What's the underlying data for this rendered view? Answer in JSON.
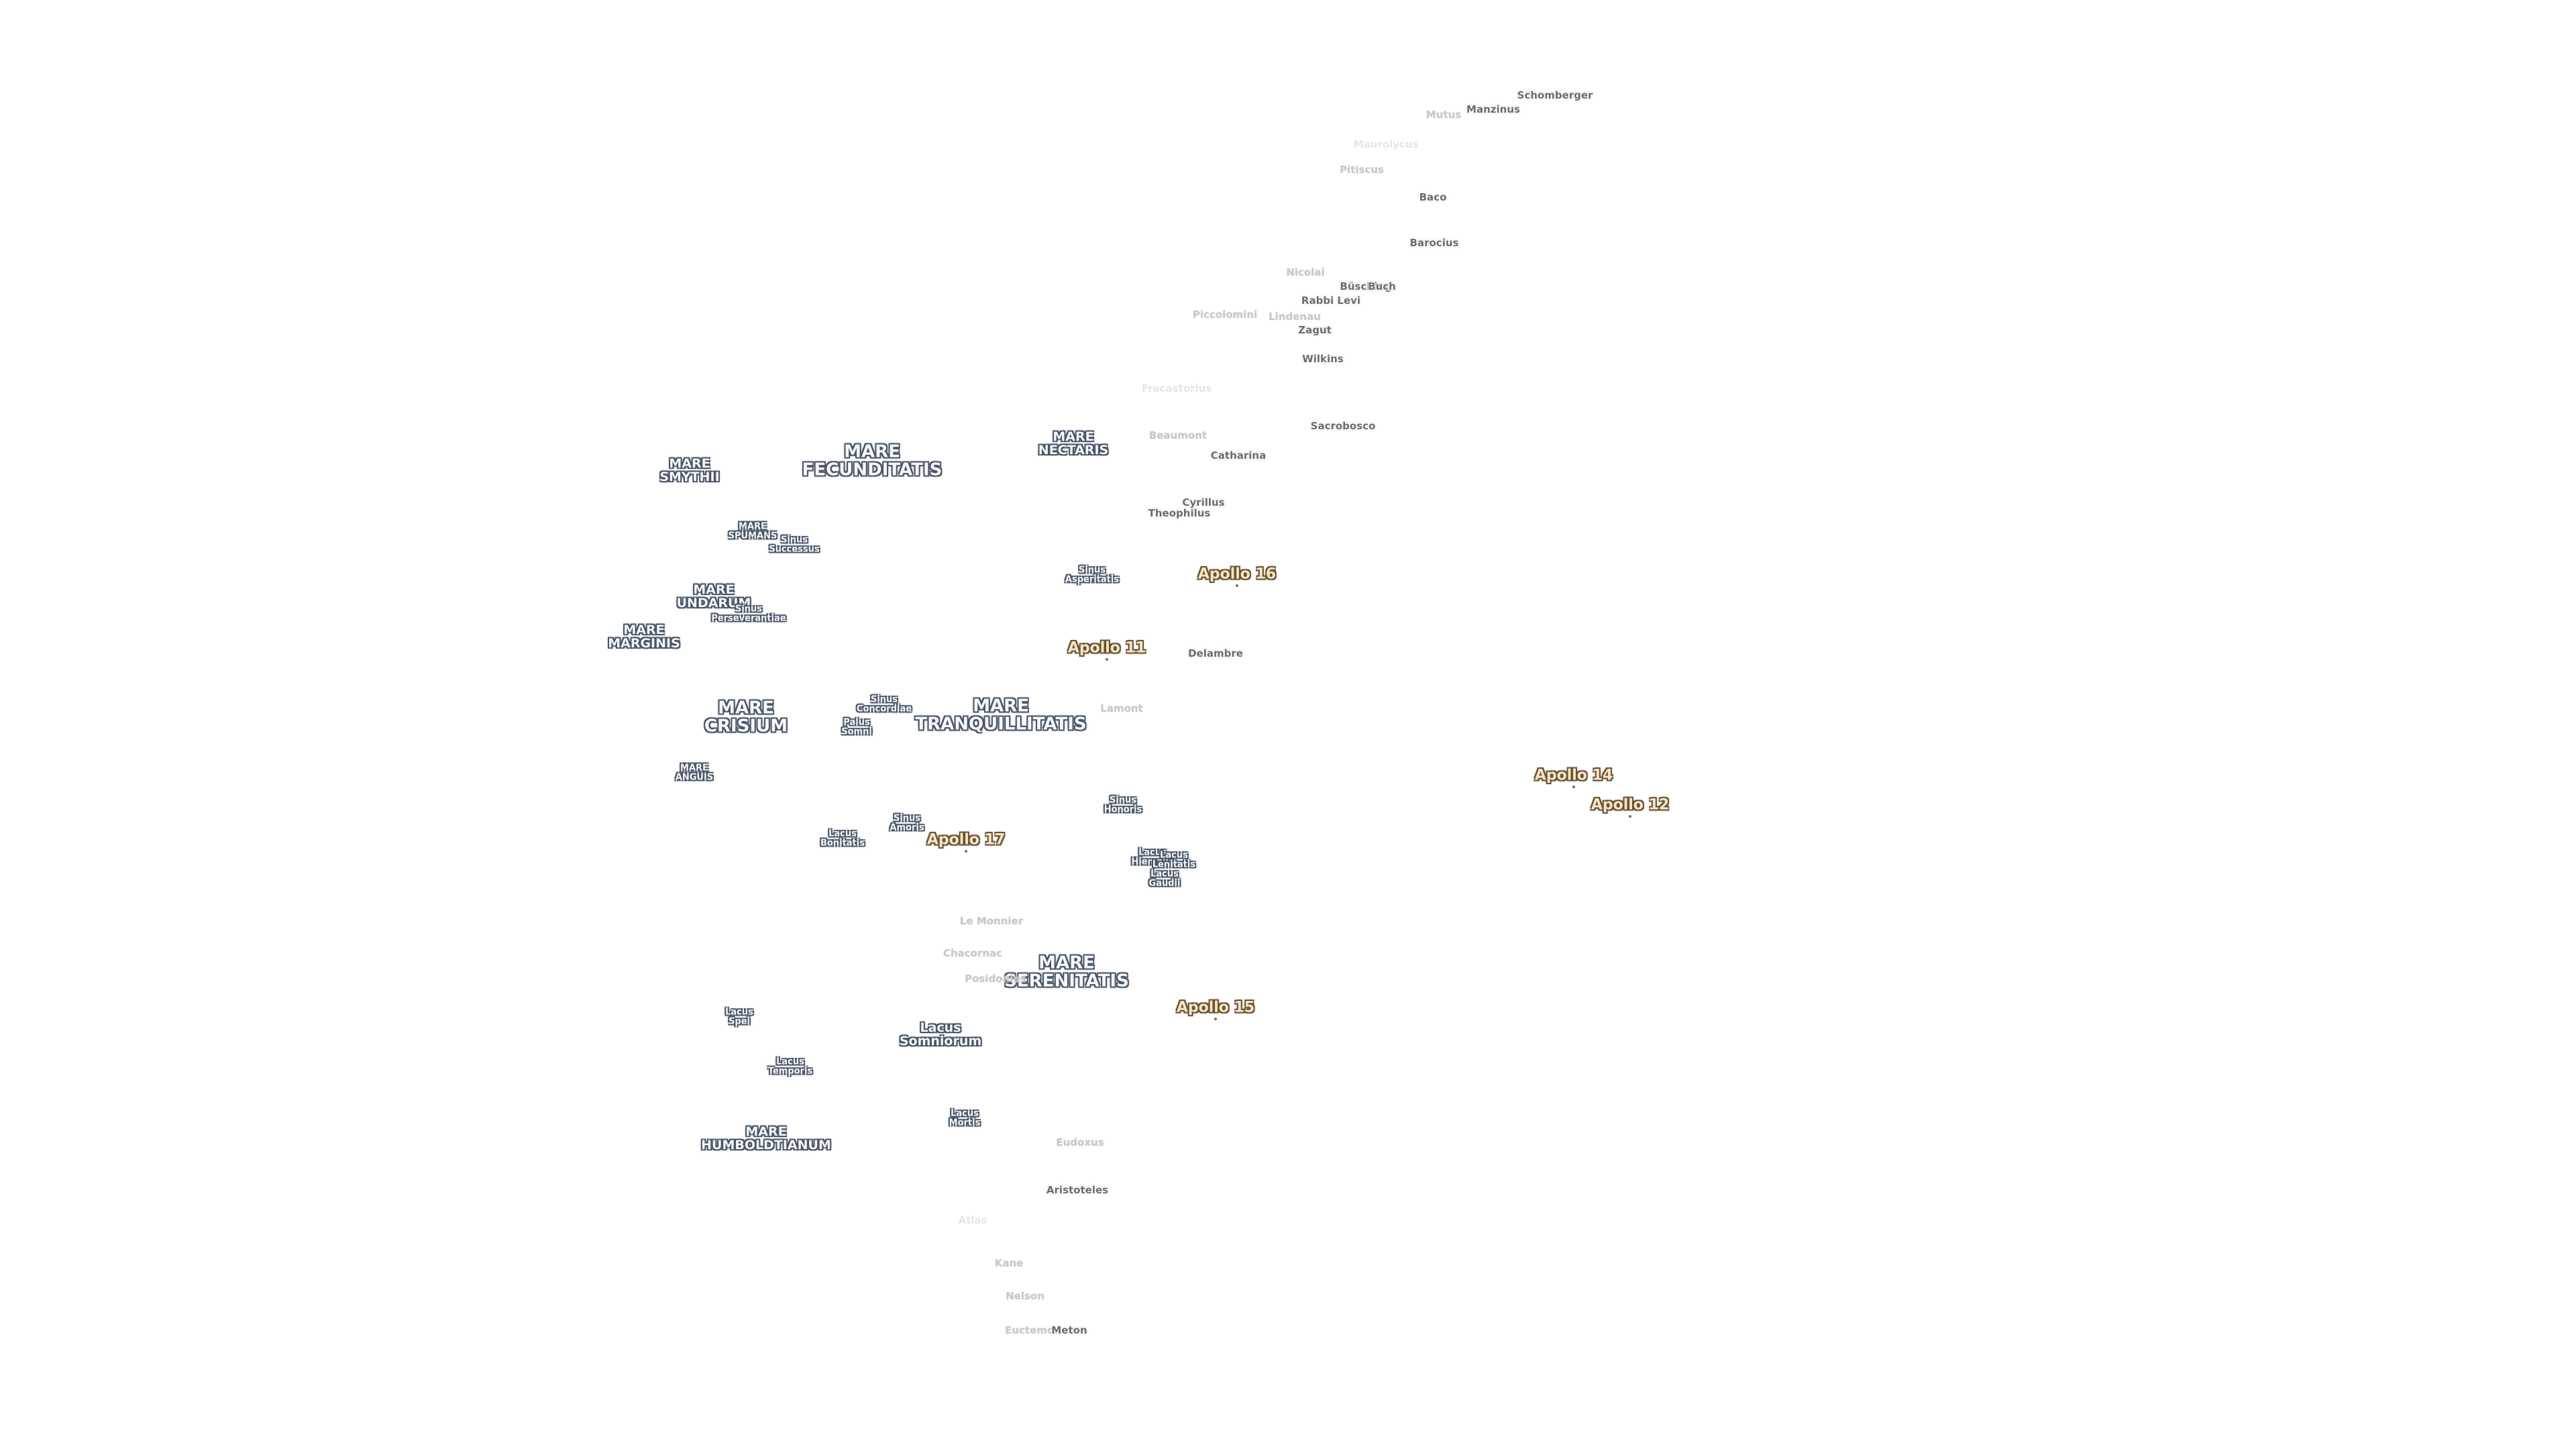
{
  "map": {
    "maria": [
      {
        "id": "mare-smythii",
        "lines": [
          "MARE",
          "SMYTHII"
        ],
        "size": "med"
      },
      {
        "id": "mare-fecunditatis",
        "lines": [
          "MARE",
          "FECUNDITATIS"
        ],
        "size": "big"
      },
      {
        "id": "mare-nectaris",
        "lines": [
          "MARE",
          "NECTARIS"
        ],
        "size": "med"
      },
      {
        "id": "mare-spumans",
        "lines": [
          "MARE",
          "SPUMANS"
        ],
        "size": "sm"
      },
      {
        "id": "sinus-successus",
        "lines": [
          "Sinus",
          "Successus"
        ],
        "size": "sm"
      },
      {
        "id": "mare-undarum",
        "lines": [
          "MARE",
          "UNDARUM"
        ],
        "size": "med"
      },
      {
        "id": "sinus-perseverantiae",
        "lines": [
          "Sinus",
          "Perseverantiae"
        ],
        "size": "sm"
      },
      {
        "id": "mare-marginis",
        "lines": [
          "MARE",
          "MARGINIS"
        ],
        "size": "med"
      },
      {
        "id": "sinus-asperitatis",
        "lines": [
          "Sinus",
          "Asperitatis"
        ],
        "size": "sm"
      },
      {
        "id": "mare-crisium",
        "lines": [
          "MARE",
          "CRISIUM"
        ],
        "size": "big"
      },
      {
        "id": "sinus-concordiae",
        "lines": [
          "Sinus",
          "Concordiae"
        ],
        "size": "sm"
      },
      {
        "id": "palus-somni",
        "lines": [
          "Palus",
          "Somni"
        ],
        "size": "sm"
      },
      {
        "id": "mare-tranquillitatis",
        "lines": [
          "MARE",
          "TRANQUILLITATIS"
        ],
        "size": "big"
      },
      {
        "id": "mare-anguis",
        "lines": [
          "MARE",
          "ANGUIS"
        ],
        "size": "sm"
      },
      {
        "id": "sinus-amoris",
        "lines": [
          "Sinus",
          "Amoris"
        ],
        "size": "sm"
      },
      {
        "id": "lacus-bonitatis",
        "lines": [
          "Lacus",
          "Bonitatis"
        ],
        "size": "sm"
      },
      {
        "id": "sinus-honoris",
        "lines": [
          "Sinus",
          "Honoris"
        ],
        "size": "sm"
      },
      {
        "id": "lacus-hiemalis",
        "lines": [
          "Lacus",
          "Hiemalis"
        ],
        "size": "sm"
      },
      {
        "id": "lacus-lenitatis",
        "lines": [
          "Lacus",
          "Lenitatis"
        ],
        "size": "sm"
      },
      {
        "id": "lacus-gaudii",
        "lines": [
          "Lacus",
          "Gaudii"
        ],
        "size": "sm"
      },
      {
        "id": "mare-serenitatis",
        "lines": [
          "MARE",
          "SERENITATIS"
        ],
        "size": "big"
      },
      {
        "id": "lacus-spei",
        "lines": [
          "Lacus",
          "Spei"
        ],
        "size": "sm"
      },
      {
        "id": "lacus-somniorum",
        "lines": [
          "Lacus",
          "Somniorum"
        ],
        "size": "med"
      },
      {
        "id": "lacus-temporis",
        "lines": [
          "Lacus",
          "Temporis"
        ],
        "size": "sm"
      },
      {
        "id": "lacus-mortis",
        "lines": [
          "Lacus",
          "Mortis"
        ],
        "size": "sm"
      },
      {
        "id": "mare-humboldtianum",
        "lines": [
          "MARE",
          "HUMBOLDTIANUM"
        ],
        "size": "med"
      }
    ],
    "craters": [
      {
        "id": "schomberger",
        "label": "Schomberger",
        "tone": "normal"
      },
      {
        "id": "manzinus",
        "label": "Manzinus",
        "tone": "normal"
      },
      {
        "id": "mutus",
        "label": "Mutus",
        "tone": "faint"
      },
      {
        "id": "maurolycus",
        "label": "Maurolycus",
        "tone": "vfaint"
      },
      {
        "id": "pitiscus",
        "label": "Pitiscus",
        "tone": "faint"
      },
      {
        "id": "baco",
        "label": "Baco",
        "tone": "normal"
      },
      {
        "id": "barocius",
        "label": "Barocius",
        "tone": "normal"
      },
      {
        "id": "nicolai",
        "label": "Nicolai",
        "tone": "faint"
      },
      {
        "id": "busching",
        "label": "Büsching",
        "tone": "normal"
      },
      {
        "id": "buch",
        "label": "Buch",
        "tone": "normal"
      },
      {
        "id": "rabbi-levi",
        "label": "Rabbi Levi",
        "tone": "normal"
      },
      {
        "id": "piccolomini",
        "label": "Piccolomini",
        "tone": "faint"
      },
      {
        "id": "lindenau",
        "label": "Lindenau",
        "tone": "faint"
      },
      {
        "id": "zagut",
        "label": "Zagut",
        "tone": "normal"
      },
      {
        "id": "wilkins",
        "label": "Wilkins",
        "tone": "normal"
      },
      {
        "id": "fracastorius",
        "label": "Fracastorius",
        "tone": "vfaint"
      },
      {
        "id": "sacrobosco",
        "label": "Sacrobosco",
        "tone": "normal"
      },
      {
        "id": "beaumont",
        "label": "Beaumont",
        "tone": "faint"
      },
      {
        "id": "catharina",
        "label": "Catharina",
        "tone": "normal"
      },
      {
        "id": "cyrillus",
        "label": "Cyrillus",
        "tone": "normal"
      },
      {
        "id": "theophilus",
        "label": "Theophilus",
        "tone": "normal"
      },
      {
        "id": "delambre",
        "label": "Delambre",
        "tone": "normal"
      },
      {
        "id": "lamont",
        "label": "Lamont",
        "tone": "faint"
      },
      {
        "id": "le-monnier",
        "label": "Le Monnier",
        "tone": "faint"
      },
      {
        "id": "chacornac",
        "label": "Chacornac",
        "tone": "faint"
      },
      {
        "id": "posidonius",
        "label": "Posidonius",
        "tone": "faint"
      },
      {
        "id": "eudoxus",
        "label": "Eudoxus",
        "tone": "faint"
      },
      {
        "id": "aristoteles",
        "label": "Aristoteles",
        "tone": "normal"
      },
      {
        "id": "atlas",
        "label": "Atlas",
        "tone": "vfaint"
      },
      {
        "id": "kane",
        "label": "Kane",
        "tone": "faint"
      },
      {
        "id": "nelson",
        "label": "Nelson",
        "tone": "faint"
      },
      {
        "id": "euctemon",
        "label": "Euctemon",
        "tone": "faint"
      },
      {
        "id": "meton",
        "label": "Meton",
        "tone": "normal"
      }
    ],
    "apollo": [
      {
        "id": "apollo-16",
        "label": "Apollo 16"
      },
      {
        "id": "apollo-11",
        "label": "Apollo 11"
      },
      {
        "id": "apollo-14",
        "label": "Apollo 14"
      },
      {
        "id": "apollo-12",
        "label": "Apollo 12"
      },
      {
        "id": "apollo-17",
        "label": "Apollo 17"
      },
      {
        "id": "apollo-15",
        "label": "Apollo 15"
      }
    ]
  }
}
